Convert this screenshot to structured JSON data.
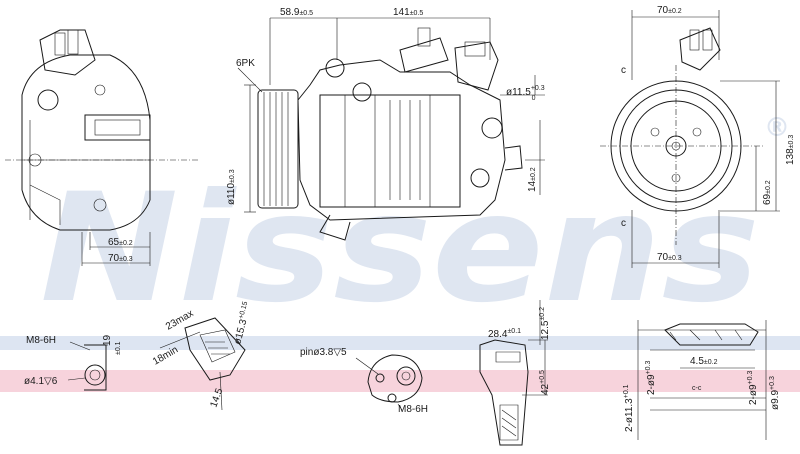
{
  "watermark": {
    "brand": "Nissens",
    "registered_mark": "®"
  },
  "colors": {
    "watermark": "#dfe6f1",
    "pink_band": "#f7d3dc",
    "blue_band": "#dde5f2",
    "ink": "#1a1a1a"
  },
  "main_views": {
    "top_width": {
      "value": "58.9",
      "tol": "±0.5"
    },
    "top_length": {
      "value": "141",
      "tol": "±0.5"
    },
    "pulley_type": "6PK",
    "pulley_diameter": {
      "value": "ø110",
      "tol": "±0.3"
    },
    "port_diameter": {
      "value": "ø11.5",
      "tol": "+0.3",
      "tol2": "0"
    },
    "port_offset": {
      "value": "14",
      "tol": "±0.2"
    },
    "left_dim_1": {
      "value": "65",
      "tol": "±0.2"
    },
    "left_dim_2": {
      "value": "70",
      "tol": "±0.3"
    },
    "right_top": {
      "value": "70",
      "tol": "±0.2"
    },
    "right_bottom": {
      "value": "70",
      "tol": "±0.3"
    },
    "right_height_1": {
      "value": "69",
      "tol": "±0.2"
    },
    "right_height_2": {
      "value": "138",
      "tol": "±0.3"
    }
  },
  "details": {
    "bolt_thread": "M8-6H",
    "hole_depth_1": "19",
    "hole_depth_2": "±0.1",
    "hole_diameter": "ø4.1",
    "hole_depth_mark": "▽6",
    "port_23max": "23max",
    "port_18min": "18min",
    "port_diameter": {
      "value": "ø15.3",
      "tol": "+0.15",
      "tol2": "0"
    },
    "port_14_5": "14.5",
    "pin": "pinø3.8▽5",
    "bolt_thread_2": "M8-6H",
    "angle": {
      "value": "28.4",
      "tol": "±0.1"
    },
    "depth_12_5": {
      "value": "12.5",
      "tol": "±0.2",
      "tol2": "0"
    },
    "height_42": {
      "value": "42",
      "tol": "+0.5",
      "tol2": "0"
    },
    "section_width": {
      "value": "4.5",
      "tol": "±0.2"
    },
    "section_label": "c-c",
    "bore_1": {
      "value": "2-ø11.3",
      "tol": "+0.1",
      "tol2": "0"
    },
    "bore_2": {
      "value": "2-ø9",
      "tol": "+0.3",
      "tol2": "0"
    },
    "bore_3": {
      "value": "2-ø9",
      "tol": "+0.3",
      "tol2": "0"
    },
    "bore_4": {
      "value": "ø9.9",
      "tol": "+0.3",
      "tol2": "0"
    },
    "section_marker": "c"
  }
}
